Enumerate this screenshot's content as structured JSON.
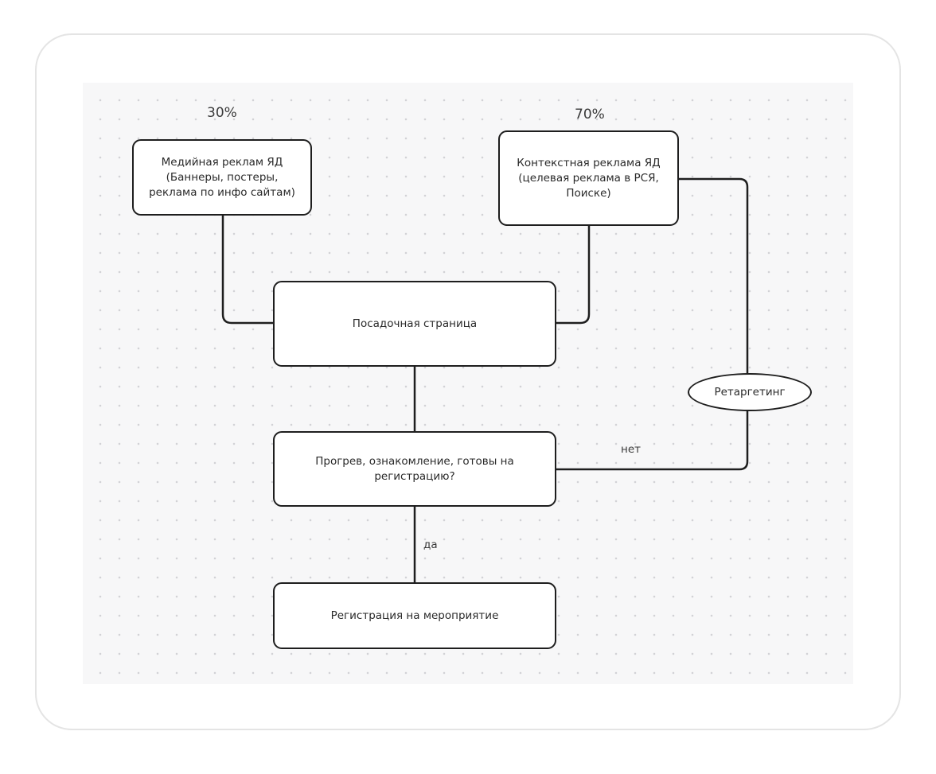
{
  "diagram": {
    "percent_left": "30%",
    "percent_right": "70%",
    "node_media": "Медийная реклам ЯД\n(Баннеры, постеры,\nреклама по инфо сайтам)",
    "node_context": "Контекстная реклама ЯД\n(целевая реклама в РСЯ,\nПоиске)",
    "node_landing": "Посадочная страница",
    "node_warmup": "Прогрев, ознакомление, готовы на\nрегистрацию?",
    "node_retargeting": "Ретаргетинг",
    "node_registration": "Регистрация на мероприятие",
    "edge_no": "нет",
    "edge_yes": "да"
  }
}
